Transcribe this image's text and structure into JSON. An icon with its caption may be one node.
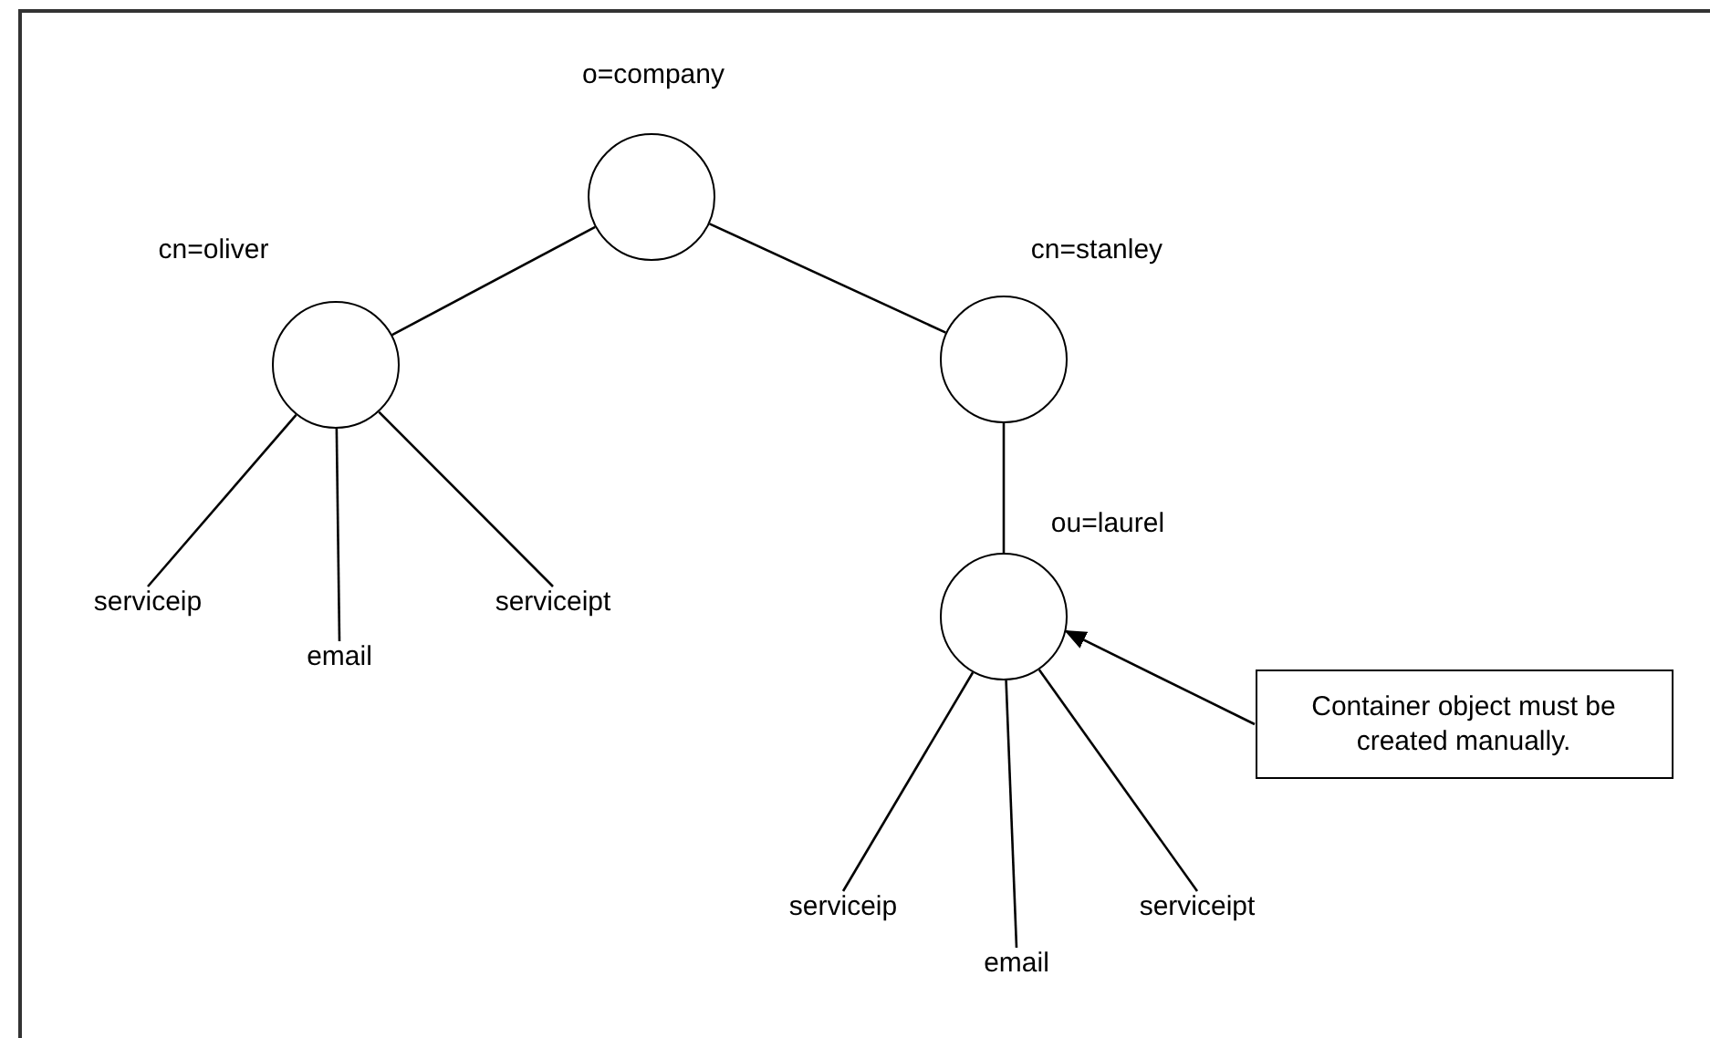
{
  "diagram": {
    "nodes": [
      {
        "text": [
          "o=company"
        ]
      },
      {
        "text": [
          "cn=oliver"
        ]
      },
      {
        "text": [
          "serviceip"
        ]
      },
      {
        "text": [
          "email"
        ]
      },
      {
        "text": [
          "serviceipt"
        ]
      },
      {
        "text": [
          "cn=stanley"
        ]
      },
      {
        "text": [
          "ou=laurel"
        ]
      },
      {
        "text": [
          "serviceip"
        ]
      },
      {
        "text": [
          "email"
        ]
      },
      {
        "text": [
          "serviceipt"
        ]
      },
      {
        "text": [
          "Container object must be created manually."
        ]
      }
    ],
    "edges": [
      {
        "from": 0,
        "to": 1,
        "arrow": "none"
      },
      {
        "from": 0,
        "to": 5,
        "arrow": "none"
      },
      {
        "from": 1,
        "to": 2,
        "arrow": "none"
      },
      {
        "from": 1,
        "to": 3,
        "arrow": "none"
      },
      {
        "from": 1,
        "to": 4,
        "arrow": "none"
      },
      {
        "from": 5,
        "to": 6,
        "arrow": "none"
      },
      {
        "from": 6,
        "to": 7,
        "arrow": "none"
      },
      {
        "from": 6,
        "to": 8,
        "arrow": "none"
      },
      {
        "from": 6,
        "to": 9,
        "arrow": "none"
      },
      {
        "from": 10,
        "to": 6,
        "arrow": "to"
      }
    ]
  }
}
